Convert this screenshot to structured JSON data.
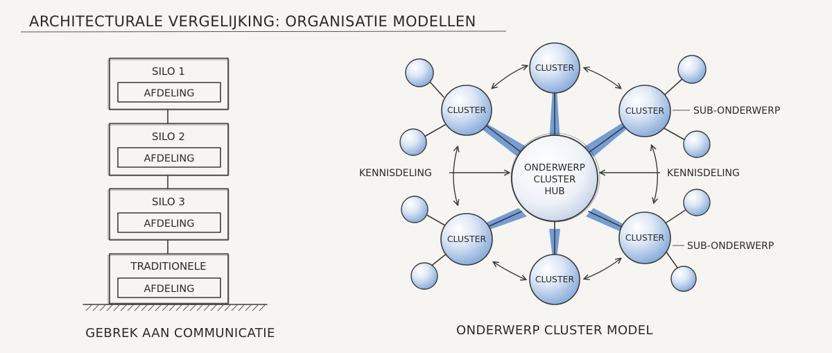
{
  "title": "ARCHITECTURALE VERGELIJKING: ORGANISATIE MODELLEN",
  "left": {
    "silos": [
      {
        "label": "SILO 1",
        "dept": "AFDELING"
      },
      {
        "label": "SILO 2",
        "dept": "AFDELING"
      },
      {
        "label": "SILO 3",
        "dept": "AFDELING"
      },
      {
        "label": "TRADITIONELE",
        "dept": "AFDELING"
      }
    ],
    "caption": "GEBREK AAN COMMUNICATIE"
  },
  "right": {
    "hub_lines": [
      "ONDERWERP",
      "CLUSTER",
      "HUB"
    ],
    "cluster_label": "CLUSTER",
    "sub_topic_label": "SUB-ONDERWERP",
    "sharing_label": "KENNISDELING",
    "caption": "ONDERWERP CLUSTER MODEL"
  },
  "colors": {
    "accent_blue": "#4a7fc9",
    "sphere_fill": "#c9d9ef",
    "ink": "#2a2a2a",
    "paper": "#f6f5f1"
  },
  "icons": [
    "arrow-icon",
    "double-arrow-icon"
  ]
}
